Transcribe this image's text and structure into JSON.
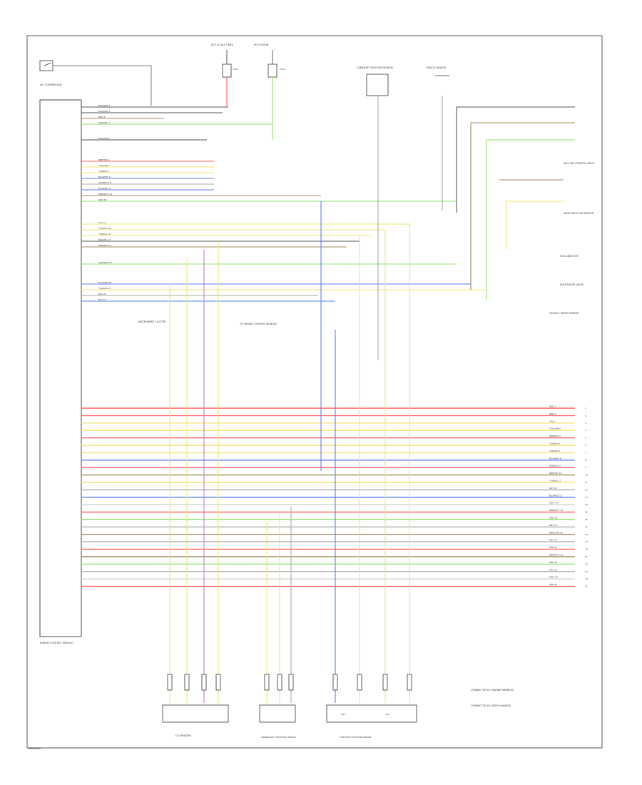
{
  "document": {
    "id_label": "W8805NA"
  },
  "wire_colors": {
    "black": "#555555",
    "red": "#ff5a5a",
    "yellow": "#f3e370",
    "green": "#8ee36a",
    "blue": "#5a7bff",
    "brown": "#a08a5a",
    "gray": "#aaaaaa",
    "white": "#cfcfcf",
    "violet": "#c07fd0",
    "pink": "#ff9aa8",
    "orange": "#f0b060",
    "teal": "#3fb0b0"
  },
  "components": {
    "ac_compressor": "A/C COMPRESSOR",
    "hot_at_all_times": "HOT AT ALL TIMES",
    "hot_in_run": "HOT IN RUN",
    "fuse_left": "FUSE",
    "fuse_right": "FUSE",
    "camshaft_position_sensor": "CAMSHAFT POSITION SENSOR",
    "knock_sensor": "KNOCK SENSOR",
    "engine_control_module": "ENGINE CONTROL MODULE",
    "o2_sensors": "O2 SENSORS",
    "crankshaft_position_sensor": "CRANKSHAFT POSITION SENSOR",
    "throttle_position_sensor": "THROTTLE POSITION SENSOR",
    "ic_labels": [
      "ICM",
      "TPS"
    ],
    "right_devices": [
      "IDLE AIR CONTROL VALVE",
      "MASS AIR FLOW SENSOR",
      "FUEL INJECTOR",
      "EVAP PURGE VALVE",
      "VEHICLE SPEED SENSOR"
    ],
    "mid_note": "TO CRUISE CONTROL MODULE",
    "tach_note": "INSTRUMENT CLUSTER",
    "legend": [
      "CONNECTOR X1: ENGINE HARNESS",
      "CONNECTOR X2: BODY HARNESS"
    ]
  },
  "circuits_left": [
    "BLK/GRN 1",
    "BLK/WHT 2",
    "BRN 3",
    "GRN/YEL 4",
    "BLK/RED 5",
    "RED/YEL 6",
    "YEL/GRN 7",
    "YEL/BLK 8",
    "BLU/WHT 9",
    "GRY/BLU 10",
    "BLU/RED 11",
    "BRN/WHT 12",
    "GRN 13",
    "YEL 14",
    "YEL/WHT 15",
    "YEL/BLU 16",
    "BLK/YEL 17",
    "BRN/BLK 18",
    "GRN/RED 19",
    "BLU/GRN 20",
    "YEL/RED 21",
    "GRY 22",
    "BLU 23"
  ],
  "circuits_right": [
    "RED 1",
    "RED 2",
    "YEL 3",
    "YEL/GRN 4",
    "RED/BLK 5",
    "YEL/BLU 6",
    "YEL/RED 7",
    "BLU/WHT 8",
    "RED/BLU 9",
    "BRN/YEL 10",
    "YEL/BLK 11",
    "GRY 12",
    "BLU/RED 13",
    "WHT 14",
    "RED/WHT 15",
    "GRN 16",
    "GRY 17",
    "BRN/GRN 18",
    "GRY 19",
    "RED 20",
    "BRN/WHT 21",
    "GRN 22",
    "GRY 23",
    "WHT 24",
    "RED 25"
  ]
}
